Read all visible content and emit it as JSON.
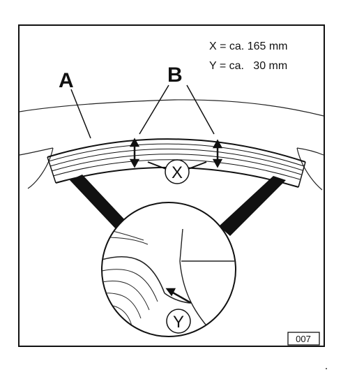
{
  "labels": {
    "part_a": "A",
    "part_b": "B",
    "marker_x": "X",
    "marker_y": "Y"
  },
  "dimensions": {
    "x_text": "X = ca. 165 mm",
    "y_text": "Y = ca.   30 mm"
  },
  "figure_number": "007",
  "colors": {
    "ink": "#111111",
    "paper": "#ffffff"
  }
}
